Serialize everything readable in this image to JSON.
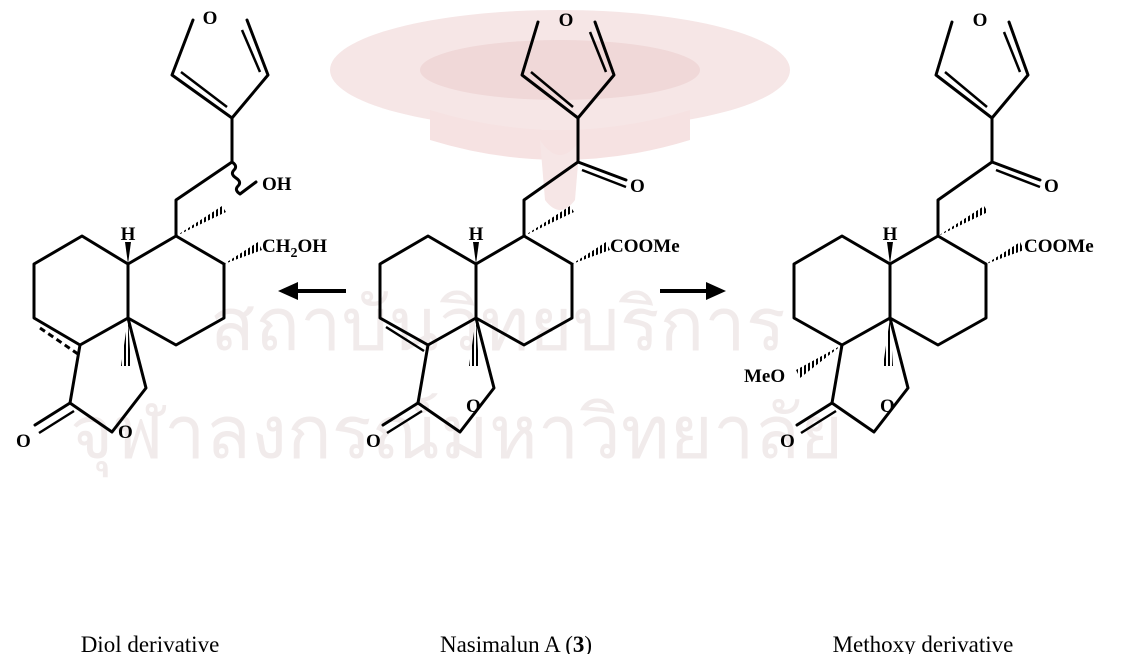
{
  "watermark": {
    "line1": "สถาบันวิทยบริการ",
    "line2": "จุฬาลงกรณ์มหาวิทยาลัย",
    "seal_color": "#f6e6e6"
  },
  "atoms": {
    "furan_o": "O",
    "oh": "OH",
    "h": "H",
    "ch2oh": "CH",
    "ch2oh_sub": "2",
    "ch2oh_tail": "OH",
    "carbonyl_o": "O",
    "ketone_o": "O",
    "coome": "COOMe",
    "ring_o": "O",
    "meo": "MeO"
  },
  "captions": {
    "left": "Diol derivative",
    "center_prefix": "Nasimalun A (",
    "center_num": "3",
    "center_suffix": ")",
    "right": "Methoxy derivative"
  }
}
